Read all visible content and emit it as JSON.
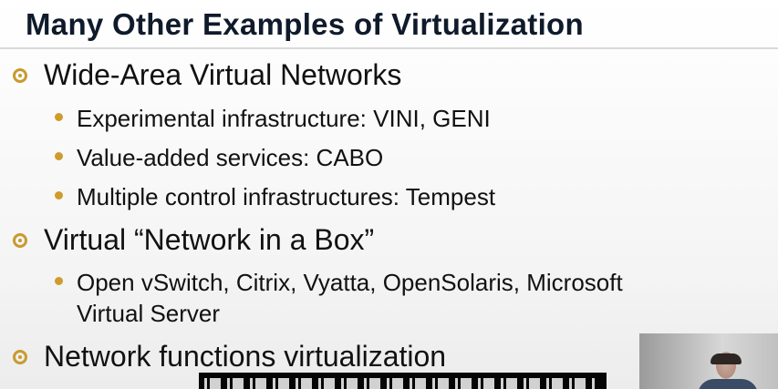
{
  "slide": {
    "title": "Many Other Examples of Virtualization",
    "bullets": [
      {
        "text": "Wide-Area Virtual Networks",
        "subbullets": [
          "Experimental infrastructure: VINI, GENI",
          "Value-added services: CABO",
          "Multiple control infrastructures: Tempest"
        ]
      },
      {
        "text": "Virtual “Network in a Box”",
        "subbullets": [
          "Open vSwitch, Citrix, Vyatta, OpenSolaris, Microsoft Virtual Server"
        ]
      },
      {
        "text": "Network functions virtualization",
        "subbullets": []
      }
    ]
  },
  "colors": {
    "title": "#0f1a2b",
    "bullet_accent": "#c99a2e",
    "text": "#111111"
  },
  "overlay": {
    "webcam_icon": "presenter-video",
    "subtitle_icon": "cropped-caption"
  }
}
